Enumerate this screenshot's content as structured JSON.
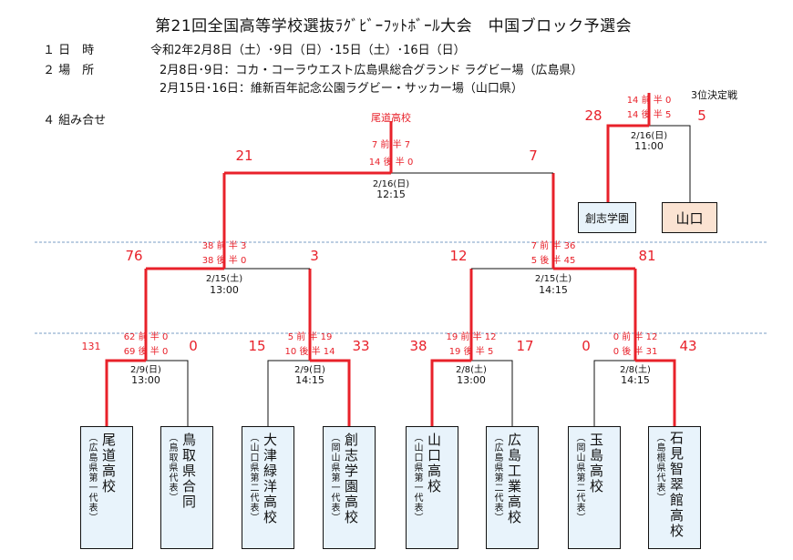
{
  "header": {
    "title": "第21回全国高等学校選抜ﾗｸﾞﾋﾞｰﾌｯﾄﾎﾞｰﾙ大会　中国ブロック予選会",
    "date_label": "１ 日　時",
    "date_value": "令和2年2月8日（土）･9日（日）･15日（土）･16日（日）",
    "venue_label": "２ 場　所",
    "venue_line1": "2月8日･9日：コカ・コーラウエスト広島県総合グランド ラグビー場（広島県）",
    "venue_line2": "2月15日･16日：維新百年記念公園ラグビー・サッカー場（山口県）",
    "combo_label": "４ 組み合せ",
    "third_place_label": "3位決定戦"
  },
  "final": {
    "champion": "尾道高校",
    "score_left": "21",
    "score_right": "7",
    "half1": "7 前 半 7",
    "half2": "14 後 半 0",
    "date": "2/16(日)",
    "time": "12:15"
  },
  "third": {
    "score_left": "28",
    "score_right": "5",
    "half1": "14 前 半 0",
    "half2": "14 後 半 5",
    "date": "2/16(日)",
    "time": "11:00",
    "team_left": "創志学園",
    "team_right": "山口"
  },
  "semis": [
    {
      "score_left": "76",
      "score_right": "3",
      "half1": "38 前 半 3",
      "half2": "38 後 半 0",
      "date": "2/15(土)",
      "time": "13:00"
    },
    {
      "score_left": "12",
      "score_right": "81",
      "half1": "7 前 半 36",
      "half2": "5 後 半 45",
      "date": "2/15(土)",
      "time": "14:15"
    }
  ],
  "round1": [
    {
      "score_left": "131",
      "score_right": "0",
      "half1": "62 前 半 0",
      "half2": "69 後 半 0",
      "date": "2/9(日)",
      "time": "13:00"
    },
    {
      "score_left": "15",
      "score_right": "33",
      "half1": "5 前 半 19",
      "half2": "10 後 半 14",
      "date": "2/9(日)",
      "time": "14:15"
    },
    {
      "score_left": "38",
      "score_right": "17",
      "half1": "19 前 半 12",
      "half2": "19 後 半 5",
      "date": "2/8(土)",
      "time": "13:00"
    },
    {
      "score_left": "0",
      "score_right": "43",
      "half1": "0 前 半 12",
      "half2": "0 後 半 31",
      "date": "2/8(土)",
      "time": "14:15"
    }
  ],
  "teams": [
    {
      "name": "尾道高校",
      "sub": "（広島県第一代表）"
    },
    {
      "name": "鳥取県合同",
      "sub": "（鳥取県代表）"
    },
    {
      "name": "大津緑洋高校",
      "sub": "（山口県第二代表）"
    },
    {
      "name": "創志学園高校",
      "sub": "（岡山県第一代表）"
    },
    {
      "name": "山口高校",
      "sub": "（山口県第一代表）"
    },
    {
      "name": "広島工業高校",
      "sub": "（広島県第二代表）"
    },
    {
      "name": "玉島高校",
      "sub": "（岡山県第二代表）"
    },
    {
      "name": "石見智翠館高校",
      "sub": "（島根県代表）"
    }
  ],
  "colors": {
    "winner_line": "#e8212a",
    "loser_line": "#111111",
    "team_box": "#e8f3fb",
    "yamaguchi_box": "#fbe3d2",
    "divider": "#7a9cc6"
  }
}
